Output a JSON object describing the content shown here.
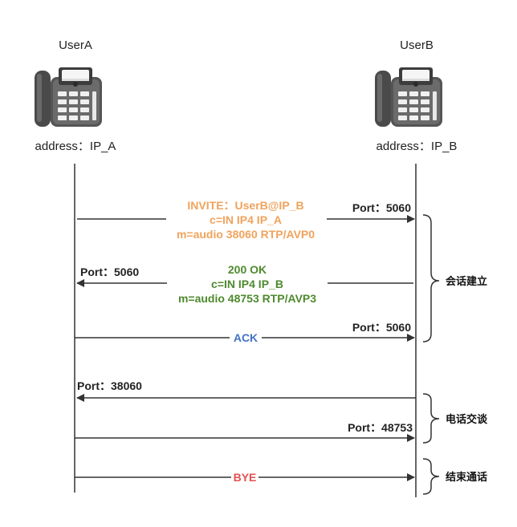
{
  "participants": {
    "left": {
      "name": "UserA",
      "address": "address：IP_A"
    },
    "right": {
      "name": "UserB",
      "address": "address：IP_B"
    }
  },
  "colors": {
    "invite": "#f0a35c",
    "ok": "#4e8a2e",
    "ack": "#4472c4",
    "bye": "#e65050",
    "line": "#333333"
  },
  "messages": {
    "invite": {
      "lines": [
        "INVITE：UserB@IP_B",
        "c=IN IP4 IP_A",
        "m=audio 38060 RTP/AVP0"
      ],
      "port": "Port：5060"
    },
    "ok": {
      "lines": [
        "200 OK",
        "c=IN IP4 IP_B",
        "m=audio 48753 RTP/AVP3"
      ],
      "port": "Port：5060"
    },
    "ack": {
      "label": "ACK",
      "port": "Port：5060"
    },
    "rtp_to_a": {
      "port": "Port：38060"
    },
    "rtp_to_b": {
      "port": "Port：48753"
    },
    "bye": {
      "label": "BYE"
    }
  },
  "phases": {
    "setup": "会话建立",
    "talk": "电话交谈",
    "end": "结束通话"
  },
  "icons": {
    "phone": "desk-phone-icon"
  }
}
